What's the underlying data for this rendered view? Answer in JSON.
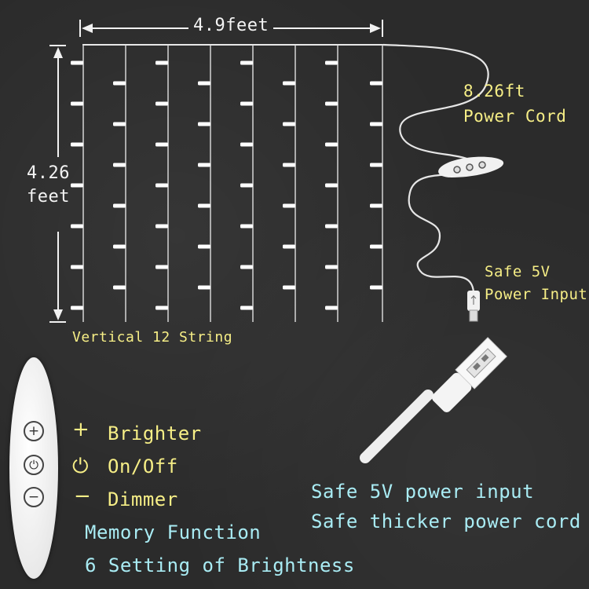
{
  "dimensions": {
    "width_label": "4.9feet",
    "height_label_line1": "4.26",
    "height_label_line2": "feet",
    "strings_label": "Vertical 12 String"
  },
  "cord": {
    "length_line1": "8.26ft",
    "length_line2": "Power Cord",
    "input_line1": "Safe 5V",
    "input_line2": "Power Input"
  },
  "remote_legend": [
    {
      "icon": "plus-icon",
      "label": "Brighter"
    },
    {
      "icon": "power-icon",
      "label": "On/Off"
    },
    {
      "icon": "minus-icon",
      "label": "Dimmer"
    }
  ],
  "features": [
    "Memory Function",
    "6 Setting of Brightness"
  ],
  "usb_features": [
    "Safe 5V power input",
    "Safe thicker power cord"
  ],
  "colors": {
    "background": "#2b2b2b",
    "label_white": "#f4f4f4",
    "label_yellow": "#f6ee86",
    "label_cyan": "#a9ecf4"
  }
}
